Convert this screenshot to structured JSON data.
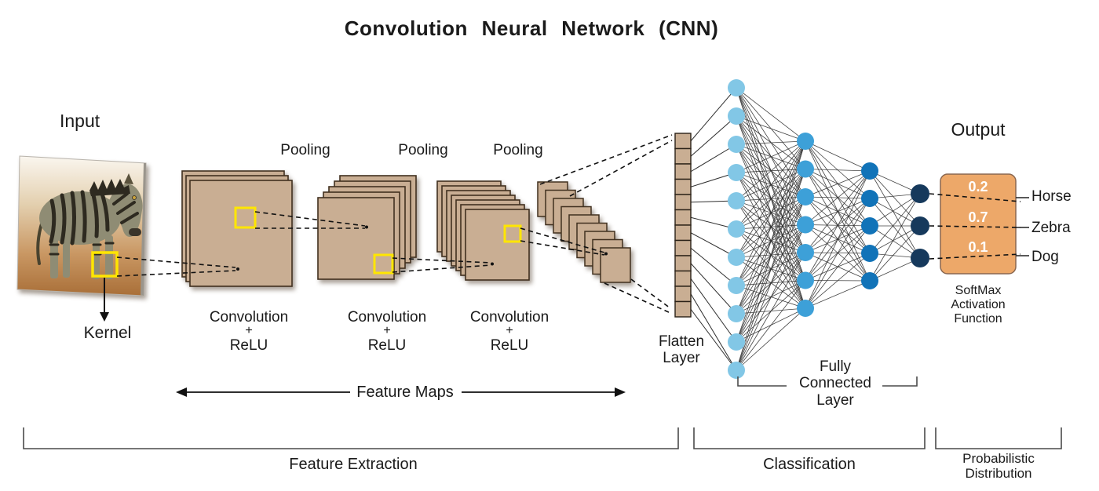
{
  "title": "Convolution Neural Network (CNN)",
  "labels": {
    "input": "Input",
    "kernel": "Kernel",
    "pooling": "Pooling",
    "conv_relu": [
      "Convolution",
      "+",
      "ReLU"
    ],
    "feature_maps": "Feature Maps",
    "flatten": [
      "Flatten",
      "Layer"
    ],
    "fully_connected": [
      "Fully",
      "Connected",
      "Layer"
    ],
    "output": "Output",
    "softmax": [
      "SoftMax",
      "Activation",
      "Function"
    ],
    "sections": {
      "feature_extraction": "Feature Extraction",
      "classification": "Classification",
      "probabilistic_distribution": [
        "Probabilistic",
        "Distribution"
      ]
    }
  },
  "softmax_output": {
    "box_color": "#eda869",
    "rows": [
      {
        "value": "0.2",
        "label": "Horse"
      },
      {
        "value": "0.7",
        "label": "Zebra"
      },
      {
        "value": "0.1",
        "label": "Dog"
      }
    ]
  },
  "network": {
    "flatten_cells": 12,
    "flatten_color": "#c9ae93",
    "layers": [
      {
        "name": "hidden-1",
        "count": 11,
        "color": "#82c7e6"
      },
      {
        "name": "hidden-2",
        "count": 7,
        "color": "#3da0d8"
      },
      {
        "name": "hidden-3",
        "count": 5,
        "color": "#1173b8"
      },
      {
        "name": "output-nodes",
        "count": 3,
        "color": "#16395c"
      }
    ]
  },
  "conv": {
    "sheet_color": "#c9ae93",
    "sheet_border": "#41301f",
    "kernel_color": "#ffe600",
    "blocks": [
      {
        "sheets": 3
      },
      {
        "sheets": 5
      },
      {
        "sheets": 7
      }
    ],
    "cascade_tiles": 9
  }
}
